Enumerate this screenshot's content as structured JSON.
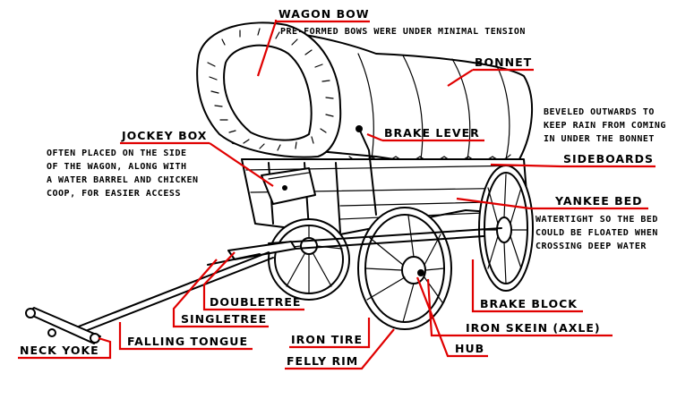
{
  "colors": {
    "label_line": "#e00000",
    "ink": "#000000",
    "background": "#ffffff"
  },
  "labels": {
    "wagon_bow": {
      "title": "WAGON BOW",
      "note": "PRE-FORMED BOWS WERE UNDER MINIMAL TENSION"
    },
    "bonnet": {
      "title": "BONNET"
    },
    "brake_lever": {
      "title": "BRAKE LEVER"
    },
    "jockey_box": {
      "title": "JOCKEY BOX",
      "note": [
        "OFTEN PLACED ON THE SIDE",
        "OF THE WAGON, ALONG WITH",
        "A WATER BARREL AND CHICKEN",
        "COOP, FOR EASIER ACCESS"
      ]
    },
    "sideboards": {
      "title": "SIDEBOARDS",
      "note": [
        "BEVELED OUTWARDS TO",
        "KEEP RAIN FROM COMING",
        "IN UNDER THE BONNET"
      ]
    },
    "yankee_bed": {
      "title": "YANKEE BED",
      "note": [
        "WATERTIGHT SO THE BED",
        "COULD BE FLOATED WHEN",
        "CROSSING DEEP WATER"
      ]
    },
    "brake_block": {
      "title": "BRAKE BLOCK"
    },
    "doubletree": {
      "title": "DOUBLETREE"
    },
    "singletree": {
      "title": "SINGLETREE"
    },
    "falling_tongue": {
      "title": "FALLING TONGUE"
    },
    "neck_yoke": {
      "title": "NECK YOKE"
    },
    "iron_tire": {
      "title": "IRON TIRE"
    },
    "felly_rim": {
      "title": "FELLY RIM"
    },
    "iron_skein": {
      "title": "IRON SKEIN (AXLE)"
    },
    "hub": {
      "title": "HUB"
    }
  }
}
